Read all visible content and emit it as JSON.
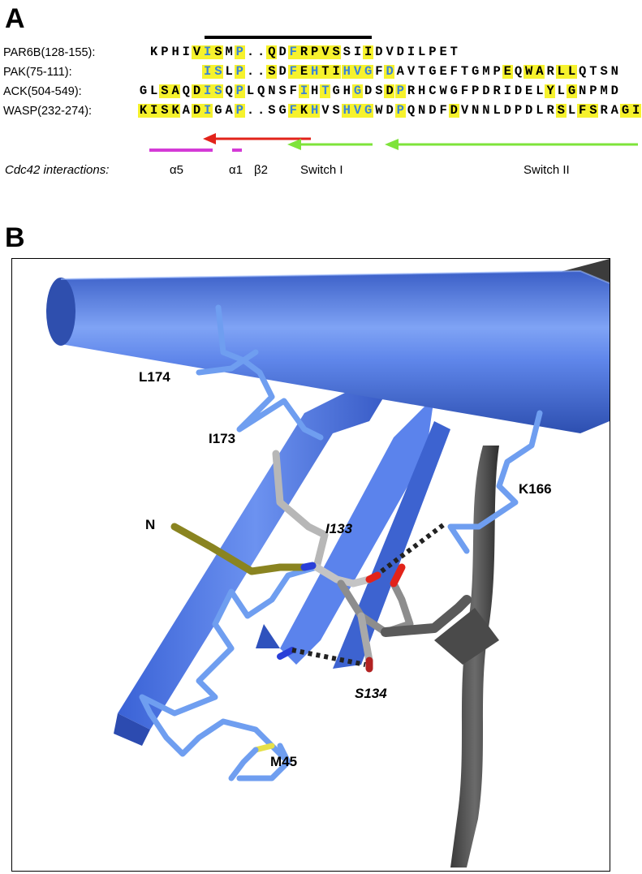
{
  "panelA": {
    "letter": "A",
    "rows": [
      {
        "label": "PAR6B(128-155):",
        "start": 0,
        "residues": "KPHIVISMP..QDFRPVSSIIDVDILPET",
        "highlight": [
          4,
          5,
          6,
          8,
          11,
          13,
          14,
          15,
          16,
          17,
          20
        ],
        "blue": [
          5,
          8,
          13
        ]
      },
      {
        "label": "PAK(75-111):",
        "start": 5,
        "residues": "ISLP..SDFEHTIHVGFDAVTGEFTGMPEQWARLLQTSN",
        "highlight": [
          0,
          1,
          3,
          6,
          8,
          9,
          10,
          11,
          12,
          13,
          14,
          15,
          17,
          28,
          30,
          31,
          33,
          34
        ],
        "blue": [
          0,
          1,
          3,
          8,
          10,
          13,
          14,
          15,
          17
        ]
      },
      {
        "label": "ACK(504-549):",
        "start": -1,
        "residues": "GLSAQDISQPLQNSFIHTGHGDSDPRHCWGFPDRIDELYLGNPMD",
        "highlight": [
          2,
          3,
          5,
          6,
          7,
          9,
          15,
          17,
          20,
          23,
          24,
          38,
          40
        ],
        "blue": [
          6,
          7,
          9,
          15,
          17,
          20,
          24
        ]
      },
      {
        "label": "WASP(232-274):",
        "start": -1,
        "residues": "KISKADIGAP..SGFKHVSHVGWDPQNDFDVNNLDPDLRSLFSRAGI",
        "highlight": [
          0,
          1,
          2,
          3,
          5,
          6,
          9,
          14,
          15,
          16,
          19,
          20,
          21,
          24,
          29,
          39,
          41,
          42,
          45,
          46,
          47
        ],
        "blue": [
          6,
          9,
          14,
          16,
          19,
          20,
          21,
          24
        ]
      }
    ],
    "interactions_label": "Cdc42 interactions:",
    "annotations": [
      "α5",
      "α1",
      "β2",
      "Switch I",
      "Switch II"
    ]
  },
  "panelB": {
    "letter": "B",
    "labels": {
      "l174": "L174",
      "i173": "I173",
      "k166": "K166",
      "n": "N",
      "i133": "I133",
      "s134": "S134",
      "m45": "M45"
    }
  },
  "colors": {
    "highlight": "#f6f22d",
    "blue_residue": "#3a83d8",
    "helix_blue": "#4f7fe6",
    "stick_blue": "#6f9ef0",
    "grey": "#5a5a5a",
    "olive": "#8a8420",
    "magenta": "#d43ad6",
    "red": "#e2231a",
    "green": "#7ee33a"
  }
}
